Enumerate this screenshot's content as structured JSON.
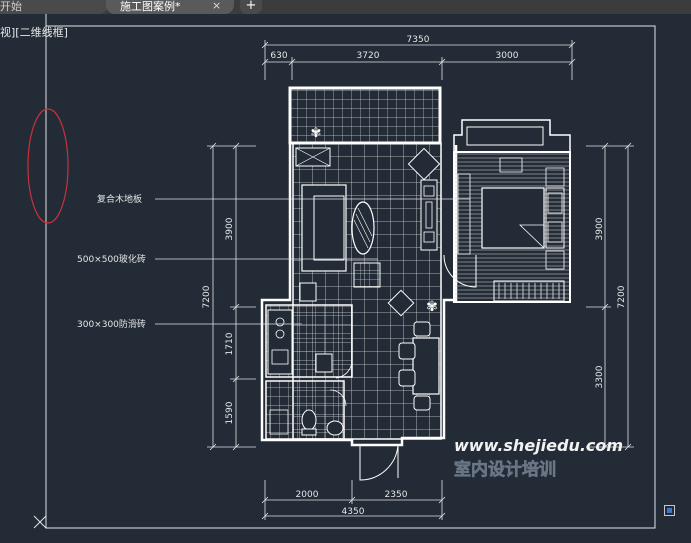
{
  "tabs": {
    "home_label": "开始",
    "active_label": "施工图案例*",
    "close_glyph": "×",
    "add_glyph": "+"
  },
  "viewport": {
    "label": "视][二维线框]"
  },
  "dimensions": {
    "top_total": "7350",
    "top_seg1": "630",
    "top_seg2": "3720",
    "top_seg3": "3000",
    "left_total": "7200",
    "left_seg1": "3900",
    "left_seg2": "1710",
    "left_seg3": "1590",
    "right_total": "7200",
    "right_seg1": "3900",
    "right_seg2": "3300",
    "bottom_seg1": "2000",
    "bottom_seg2": "2350",
    "bottom_total": "4350"
  },
  "annotations": {
    "wood_floor": "复合木地板",
    "tile_500": "500×500玻化砖",
    "tile_300": "300×300防滑砖"
  },
  "watermark": {
    "url": "www.shejiedu.com",
    "text": "室内设计培训"
  },
  "colors": {
    "background": "#222b36",
    "lines": "#ffffff",
    "accent_red": "#c8323c",
    "nav_blue": "#3a78c8"
  }
}
